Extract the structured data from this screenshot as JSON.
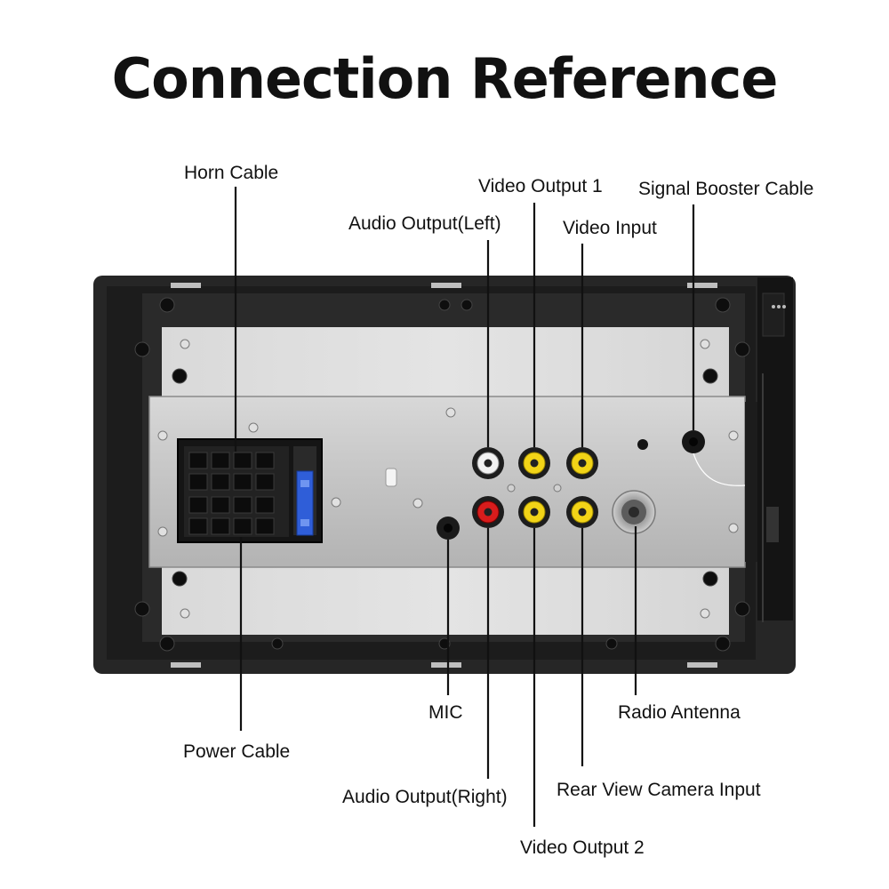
{
  "title": "Connection Reference",
  "labels": {
    "horn_cable": "Horn Cable",
    "video_output_1": "Video Output 1",
    "signal_booster_cable": "Signal Booster Cable",
    "audio_output_left": "Audio Output(Left)",
    "video_input": "Video Input",
    "mic": "MIC",
    "radio_antenna": "Radio Antenna",
    "power_cable": "Power Cable",
    "audio_output_right": "Audio Output(Right)",
    "rear_view_camera_input": "Rear View Camera Input",
    "video_output_2": "Video Output 2"
  },
  "colors": {
    "rca_white": "#f2f2f2",
    "rca_yellow": "#f2d417",
    "rca_red": "#d81c1c",
    "fuse_blue": "#2f5ed8",
    "chassis_dark": "#252525",
    "plate_silver": "#c9c9c9"
  }
}
